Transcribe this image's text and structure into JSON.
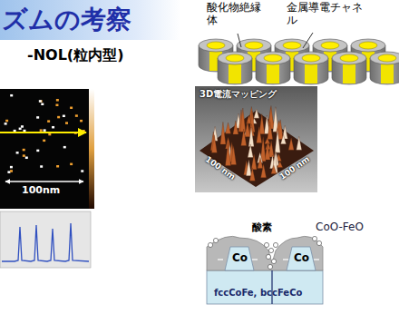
{
  "diagram": {
    "title": "ズムの考察",
    "labels": [
      "-NOL(粒内型)",
      "酸化物絶縁体",
      "金属導電チャネル",
      "100nm",
      "3D電流マッピング",
      "100 nm",
      "100 nm",
      "酸素",
      "CoO-FeO",
      "Co",
      "Co",
      "fccCoFe, bccFeCo"
    ]
  }
}
